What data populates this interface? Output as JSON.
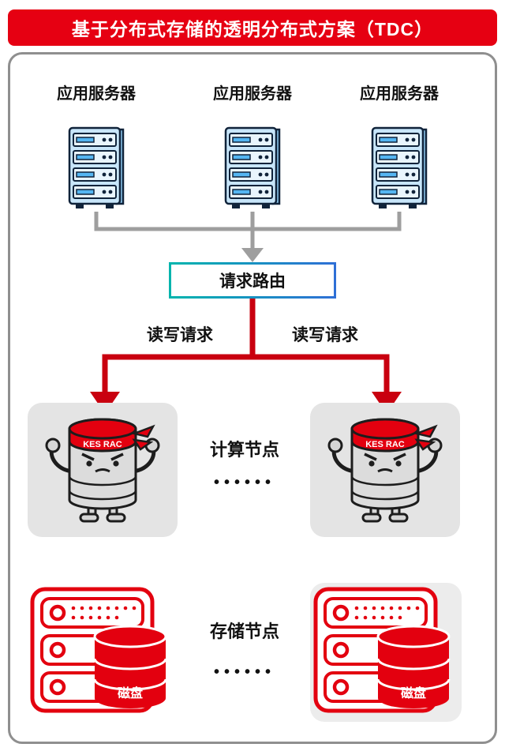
{
  "header": {
    "title": "基于分布式存储的透明分布式方案（TDC）"
  },
  "app_servers": {
    "items": [
      {
        "label": "应用服务器"
      },
      {
        "label": "应用服务器"
      },
      {
        "label": "应用服务器"
      }
    ]
  },
  "router": {
    "label": "请求路由"
  },
  "requests": {
    "left_label": "读写请求",
    "right_label": "读写请求"
  },
  "compute": {
    "label": "计算节点",
    "dots": "••••••",
    "badge": "KES RAC"
  },
  "storage": {
    "label": "存储节点",
    "dots": "••••••",
    "disk_label": "磁盘"
  },
  "colors": {
    "banner_red": "#E60012",
    "accent_red": "#E3000F",
    "arrow_red": "#C9000F",
    "server_blue": "#C8E6FA",
    "connector_gray": "#9E9E9E",
    "router_gradient_start": "#00B5AD",
    "router_gradient_end": "#2F6FD6",
    "compute_box_gray": "#E4E4E4",
    "storage_panel_gray": "#ECECEC"
  }
}
